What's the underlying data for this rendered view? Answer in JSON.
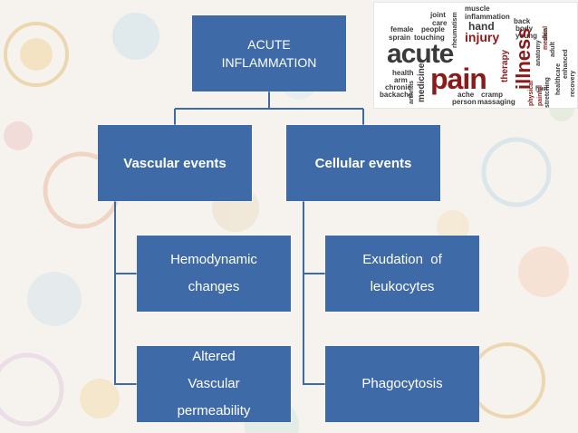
{
  "diagram": {
    "root": {
      "lines": [
        "ACUTE",
        "INFLAMMATION"
      ]
    },
    "branches": [
      {
        "label": "Vascular events",
        "children": [
          {
            "lines": [
              "Hemodynamic",
              "changes"
            ]
          },
          {
            "lines": [
              "Altered",
              "Vascular",
              "permeability"
            ]
          }
        ]
      },
      {
        "label": "Cellular events",
        "children": [
          {
            "lines": [
              "Exudation  of",
              "leukocytes"
            ]
          },
          {
            "lines": [
              "Phagocytosis"
            ]
          }
        ]
      }
    ]
  },
  "colors": {
    "box_fill": "#3f6aa8",
    "connector": "#3f6aa8",
    "word_dark": "#3a3a3a",
    "word_red": "#8b1a1a"
  },
  "word_cloud": {
    "words": [
      "muscle",
      "joint",
      "inflammation",
      "rheumatism",
      "hand",
      "back",
      "medical",
      "care",
      "injury",
      "body",
      "female",
      "people",
      "young",
      "sprain",
      "touching",
      "therapy",
      "acute",
      "illness",
      "anatomy",
      "skin",
      "adult",
      "health",
      "pain",
      "medicine",
      "arm",
      "chronic",
      "backache",
      "arthritis",
      "physical",
      "painful",
      "hurt",
      "healthcare",
      "enhanced",
      "recovery",
      "stretching",
      "ache",
      "cramp",
      "person",
      "massaging"
    ]
  }
}
